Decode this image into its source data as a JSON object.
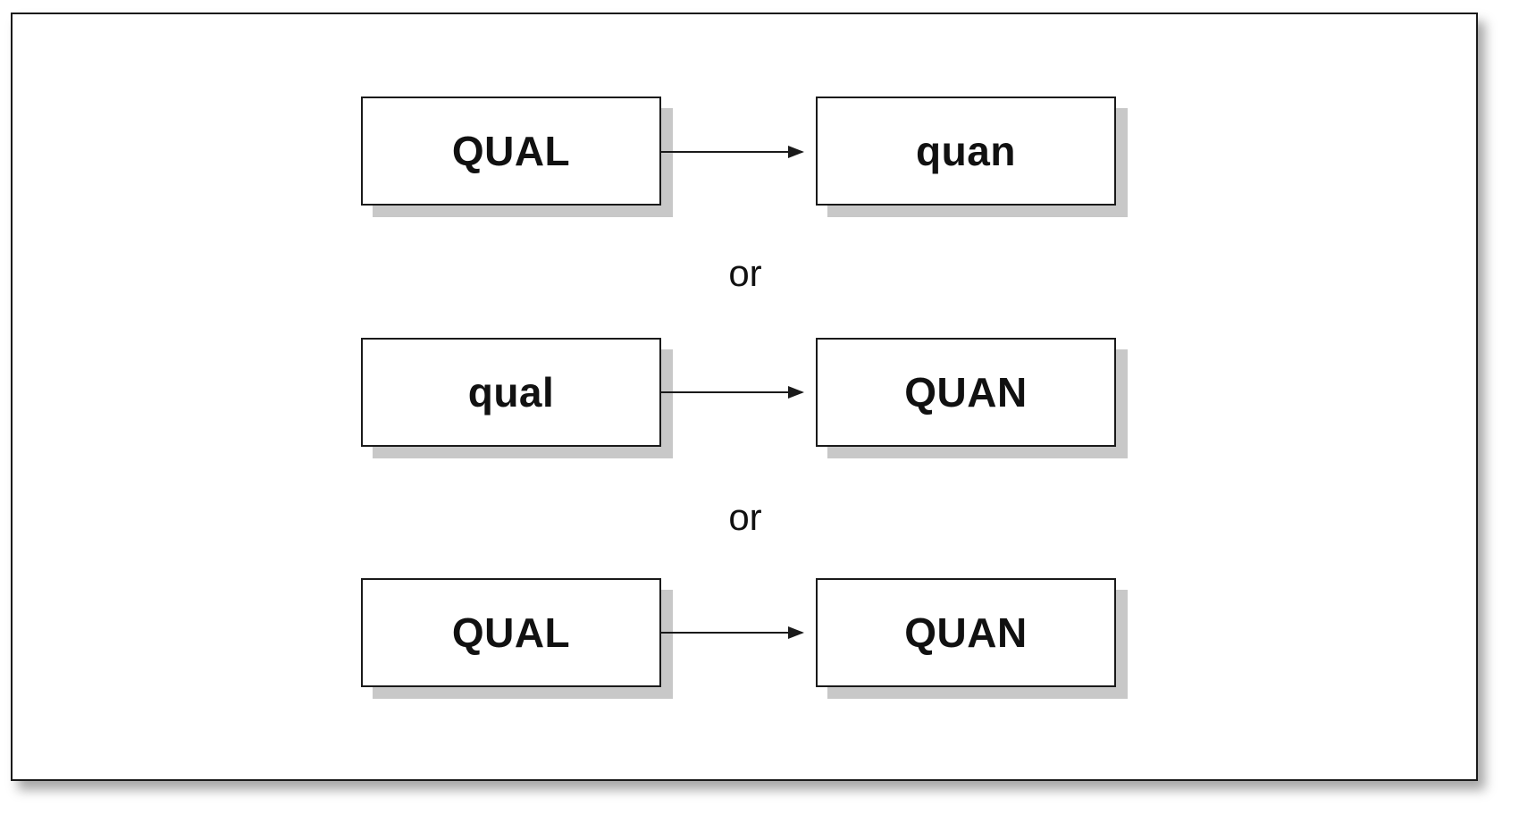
{
  "diagram": {
    "rows": [
      {
        "left": "QUAL",
        "right": "quan"
      },
      {
        "left": "qual",
        "right": "QUAN"
      },
      {
        "left": "QUAL",
        "right": "QUAN"
      }
    ],
    "separators": [
      "or",
      "or"
    ]
  }
}
